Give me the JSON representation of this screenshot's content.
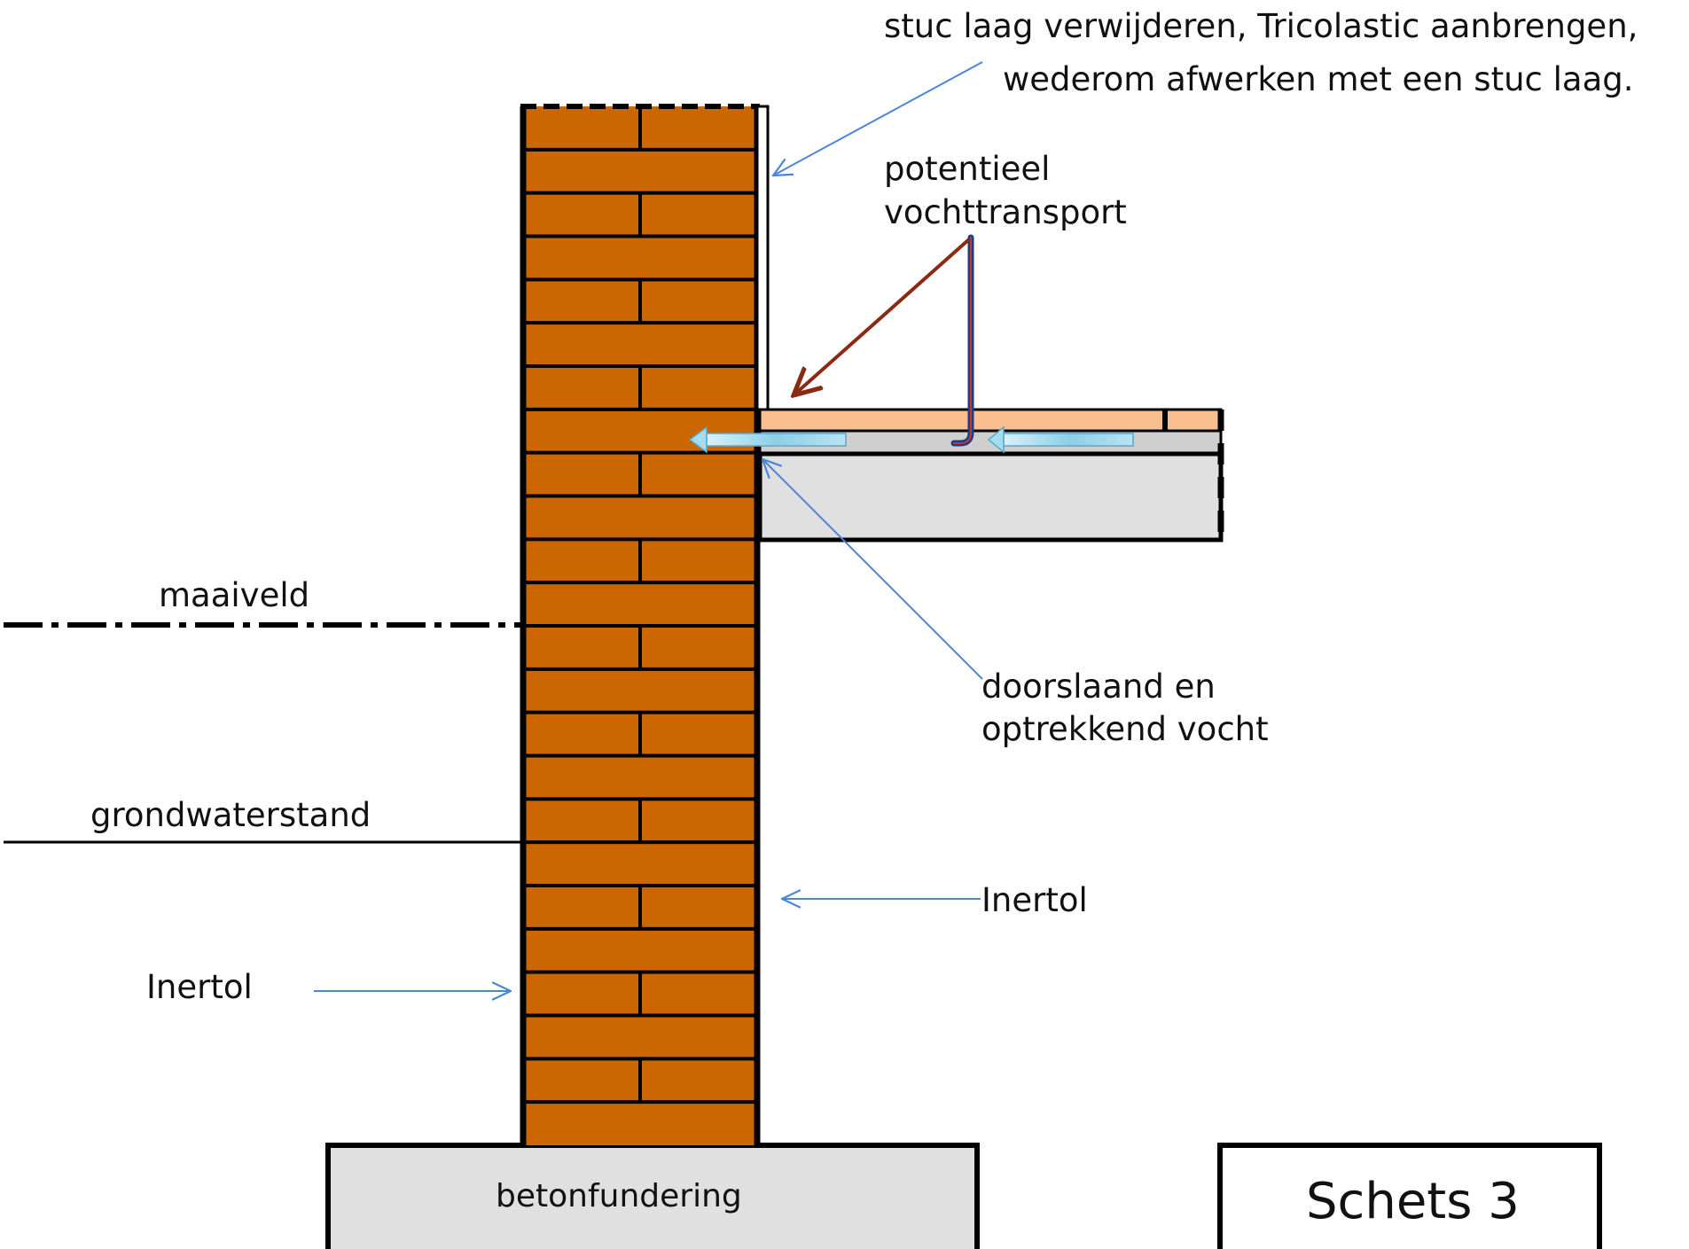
{
  "labels": {
    "stuc_line1": "stuc laag verwijderen, Tricolastic  aanbrengen,",
    "stuc_line2": "wederom afwerken met een stuc laag.",
    "potentieel_line1": "potentieel",
    "potentieel_line2": "vochttransport",
    "maaiveld": "maaiveld",
    "doorslaand_line1": "doorslaand en",
    "doorslaand_line2": "optrekkend vocht",
    "grondwaterstand": "grondwaterstand",
    "inertol_right": "Inertol",
    "inertol_left": "Inertol",
    "betonfundering": "betonfundering",
    "schets": "Schets 3"
  },
  "colors": {
    "brick": "#cc6600",
    "mortar": "#000000",
    "screed": "#f9bf8f",
    "concrete_light": "#e0e0e0",
    "concrete_mid": "#cfcfcf",
    "annotation_arrow": "#4a86d8",
    "moisture_arrow": "#8b2a12",
    "water_arrow": "#a6dcef",
    "pipe_outer": "#1f3c88",
    "pipe_inner": "#c0392b"
  },
  "icons": {
    "moisture_flow": "arrow-left-icon",
    "pointer": "thin-arrow-icon"
  }
}
